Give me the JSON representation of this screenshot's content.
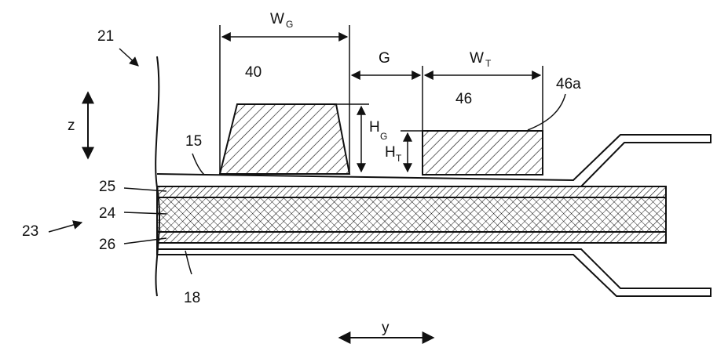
{
  "labels": {
    "ref_21": "21",
    "ref_40": "40",
    "ref_46": "46",
    "ref_46a": "46a",
    "ref_15": "15",
    "ref_25": "25",
    "ref_24": "24",
    "ref_23": "23",
    "ref_26": "26",
    "ref_18": "18",
    "axis_z": "z",
    "axis_y": "y",
    "dim_wg": "W",
    "dim_wg_sub": "G",
    "dim_g": "G",
    "dim_wt": "W",
    "dim_wt_sub": "T",
    "dim_hg": "H",
    "dim_hg_sub": "G",
    "dim_ht": "H",
    "dim_ht_sub": "T"
  }
}
